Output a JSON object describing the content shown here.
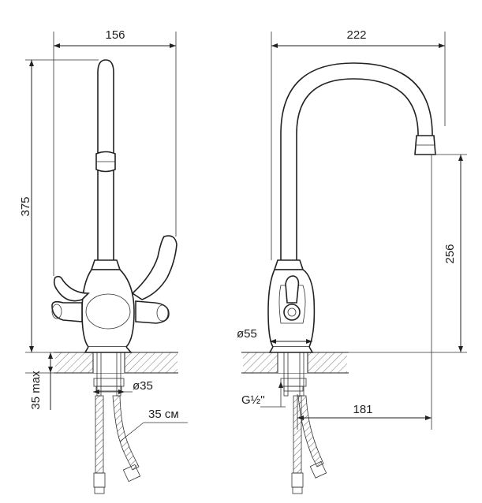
{
  "front_view": {
    "width_label": "156",
    "height_label": "375",
    "mount_depth_label": "35 max",
    "hole_label": "ø35",
    "hose_label": "35 см"
  },
  "side_view": {
    "reach_label": "222",
    "spout_height_label": "256",
    "base_label": "ø55",
    "thread_label": "G½''",
    "hose_offset_label": "181"
  }
}
